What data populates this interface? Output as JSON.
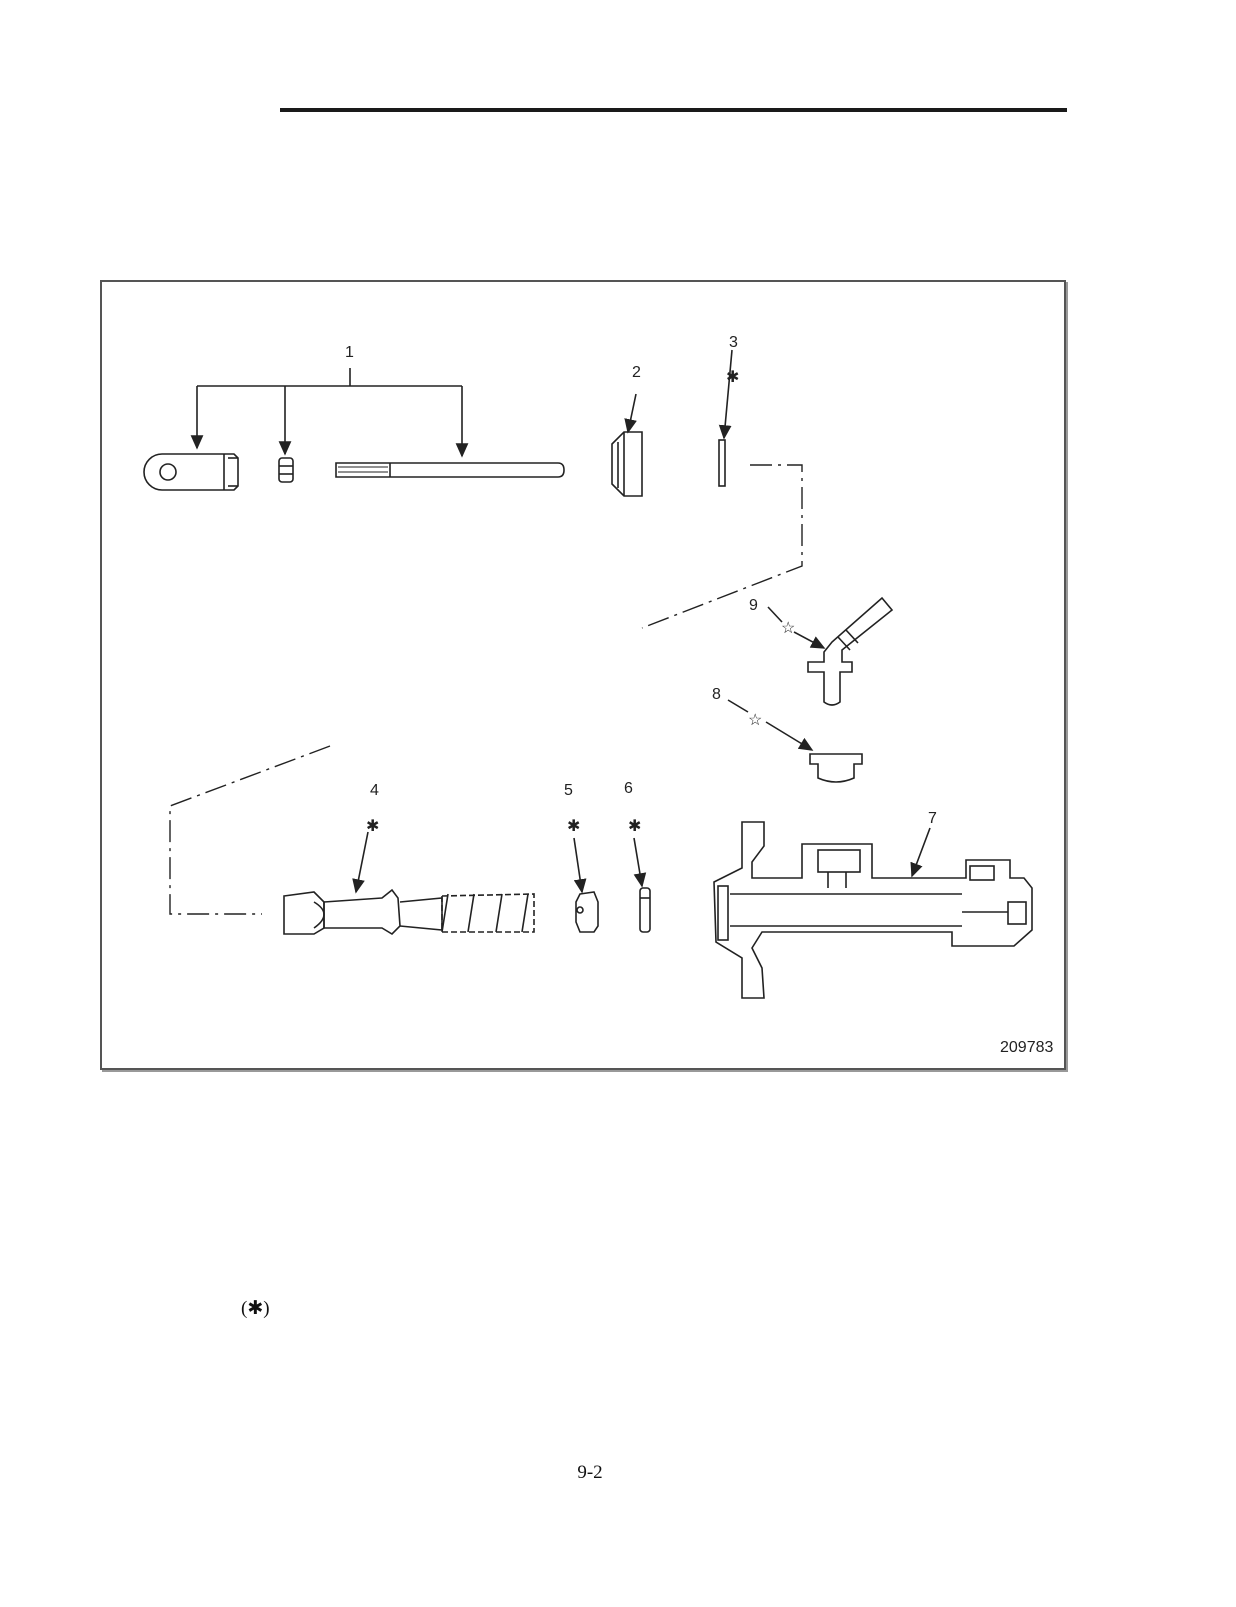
{
  "figure": {
    "id": "209783",
    "callouts": {
      "c1": "1",
      "c2": "2",
      "c3": "3",
      "c4": "4",
      "c5": "5",
      "c6": "6",
      "c7": "7",
      "c8": "8",
      "c9": "9"
    },
    "marks": {
      "asterisk": "✱",
      "star": "☆"
    }
  },
  "legend": {
    "text": "(✱)"
  },
  "page": {
    "number": "9-2"
  }
}
